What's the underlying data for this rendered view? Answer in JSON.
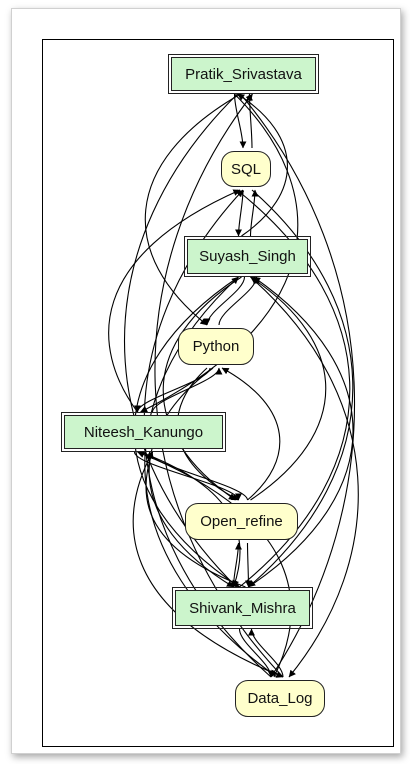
{
  "graph": {
    "nodes": [
      {
        "id": "pratik",
        "label": "Pratik_Srivastava",
        "kind": "person"
      },
      {
        "id": "sql",
        "label": "SQL",
        "kind": "skill"
      },
      {
        "id": "suyash",
        "label": "Suyash_Singh",
        "kind": "person"
      },
      {
        "id": "python",
        "label": "Python",
        "kind": "skill"
      },
      {
        "id": "niteesh",
        "label": "Niteesh_Kanungo",
        "kind": "person"
      },
      {
        "id": "openrefine",
        "label": "Open_refine",
        "kind": "skill"
      },
      {
        "id": "shivank",
        "label": "Shivank_Mishra",
        "kind": "person"
      },
      {
        "id": "datalog",
        "label": "Data_Log",
        "kind": "skill"
      }
    ],
    "edges": [
      {
        "from": "pratik",
        "to": "sql"
      },
      {
        "from": "sql",
        "to": "pratik"
      },
      {
        "from": "pratik",
        "to": "python"
      },
      {
        "from": "pratik",
        "to": "niteesh"
      },
      {
        "from": "pratik",
        "to": "shivank"
      },
      {
        "from": "pratik",
        "to": "datalog"
      },
      {
        "from": "datalog",
        "to": "pratik"
      },
      {
        "from": "suyash",
        "to": "pratik"
      },
      {
        "from": "sql",
        "to": "suyash"
      },
      {
        "from": "suyash",
        "to": "sql"
      },
      {
        "from": "niteesh",
        "to": "sql"
      },
      {
        "from": "shivank",
        "to": "sql"
      },
      {
        "from": "datalog",
        "to": "sql"
      },
      {
        "from": "sql",
        "to": "shivank"
      },
      {
        "from": "suyash",
        "to": "python"
      },
      {
        "from": "python",
        "to": "suyash"
      },
      {
        "from": "suyash",
        "to": "openrefine"
      },
      {
        "from": "openrefine",
        "to": "suyash"
      },
      {
        "from": "suyash",
        "to": "shivank"
      },
      {
        "from": "shivank",
        "to": "suyash"
      },
      {
        "from": "datalog",
        "to": "suyash"
      },
      {
        "from": "suyash",
        "to": "datalog"
      },
      {
        "from": "python",
        "to": "niteesh"
      },
      {
        "from": "niteesh",
        "to": "python"
      },
      {
        "from": "python",
        "to": "openrefine"
      },
      {
        "from": "openrefine",
        "to": "python"
      },
      {
        "from": "python",
        "to": "shivank"
      },
      {
        "from": "niteesh",
        "to": "openrefine"
      },
      {
        "from": "openrefine",
        "to": "niteesh"
      },
      {
        "from": "niteesh",
        "to": "shivank"
      },
      {
        "from": "shivank",
        "to": "niteesh"
      },
      {
        "from": "datalog",
        "to": "niteesh"
      },
      {
        "from": "niteesh",
        "to": "datalog"
      },
      {
        "from": "shivank",
        "to": "openrefine"
      },
      {
        "from": "openrefine",
        "to": "shivank"
      },
      {
        "from": "shivank",
        "to": "datalog"
      },
      {
        "from": "datalog",
        "to": "shivank"
      }
    ],
    "colors": {
      "person_fill": "#ccf5cc",
      "skill_fill": "#ffffcc",
      "stroke": "#000000"
    }
  }
}
